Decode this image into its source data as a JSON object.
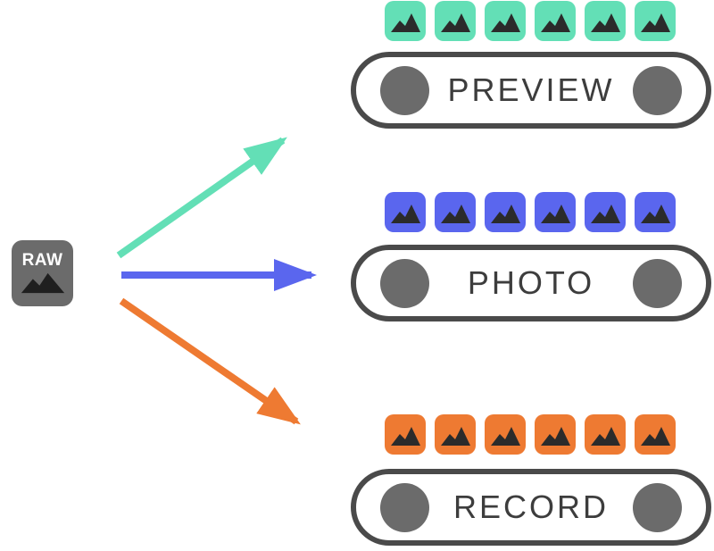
{
  "source": {
    "label": "RAW",
    "box_color": "#6B6B6B",
    "label_color": "#FFFFFF",
    "glyph": "mountains-icon",
    "glyph_color": "#1F1F1F"
  },
  "streams": [
    {
      "label": "PREVIEW",
      "color": "#63DFB6",
      "frame_count": 6,
      "frame_glyph": "mountains-icon"
    },
    {
      "label": "PHOTO",
      "color": "#5A66EE",
      "frame_count": 6,
      "frame_glyph": "mountains-icon"
    },
    {
      "label": "RECORD",
      "color": "#EE7A32",
      "frame_count": 6,
      "frame_glyph": "mountains-icon"
    }
  ],
  "theme": {
    "pill_border_color": "#4A4A4A",
    "reel_circle_color": "#6B6B6B",
    "pill_label_color": "#3D3D3D",
    "frame_glyph_color": "#2B2B2B",
    "background": "#FFFFFF"
  }
}
